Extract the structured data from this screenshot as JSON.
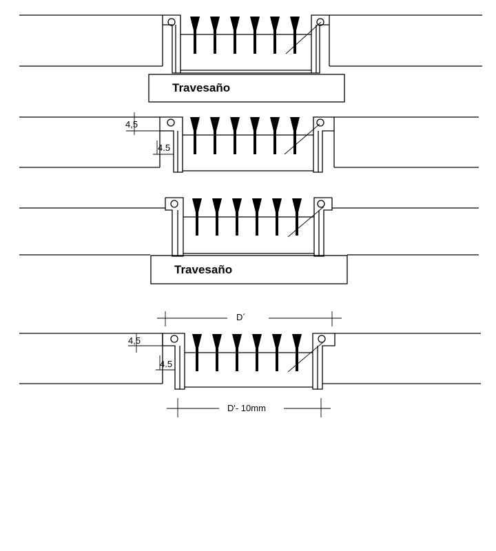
{
  "drawing": {
    "colors": {
      "line": "#000000",
      "background": "#ffffff"
    },
    "crossbar_label_1": "Travesaño",
    "crossbar_label_2": "Travesaño",
    "dim_offset_top_1": "4,5",
    "dim_depth_1": "4.5",
    "dim_offset_top_2": "4,5",
    "dim_depth_2": "4.5",
    "dim_outer_width": "D´",
    "dim_inner_width": "D'- 10mm"
  }
}
